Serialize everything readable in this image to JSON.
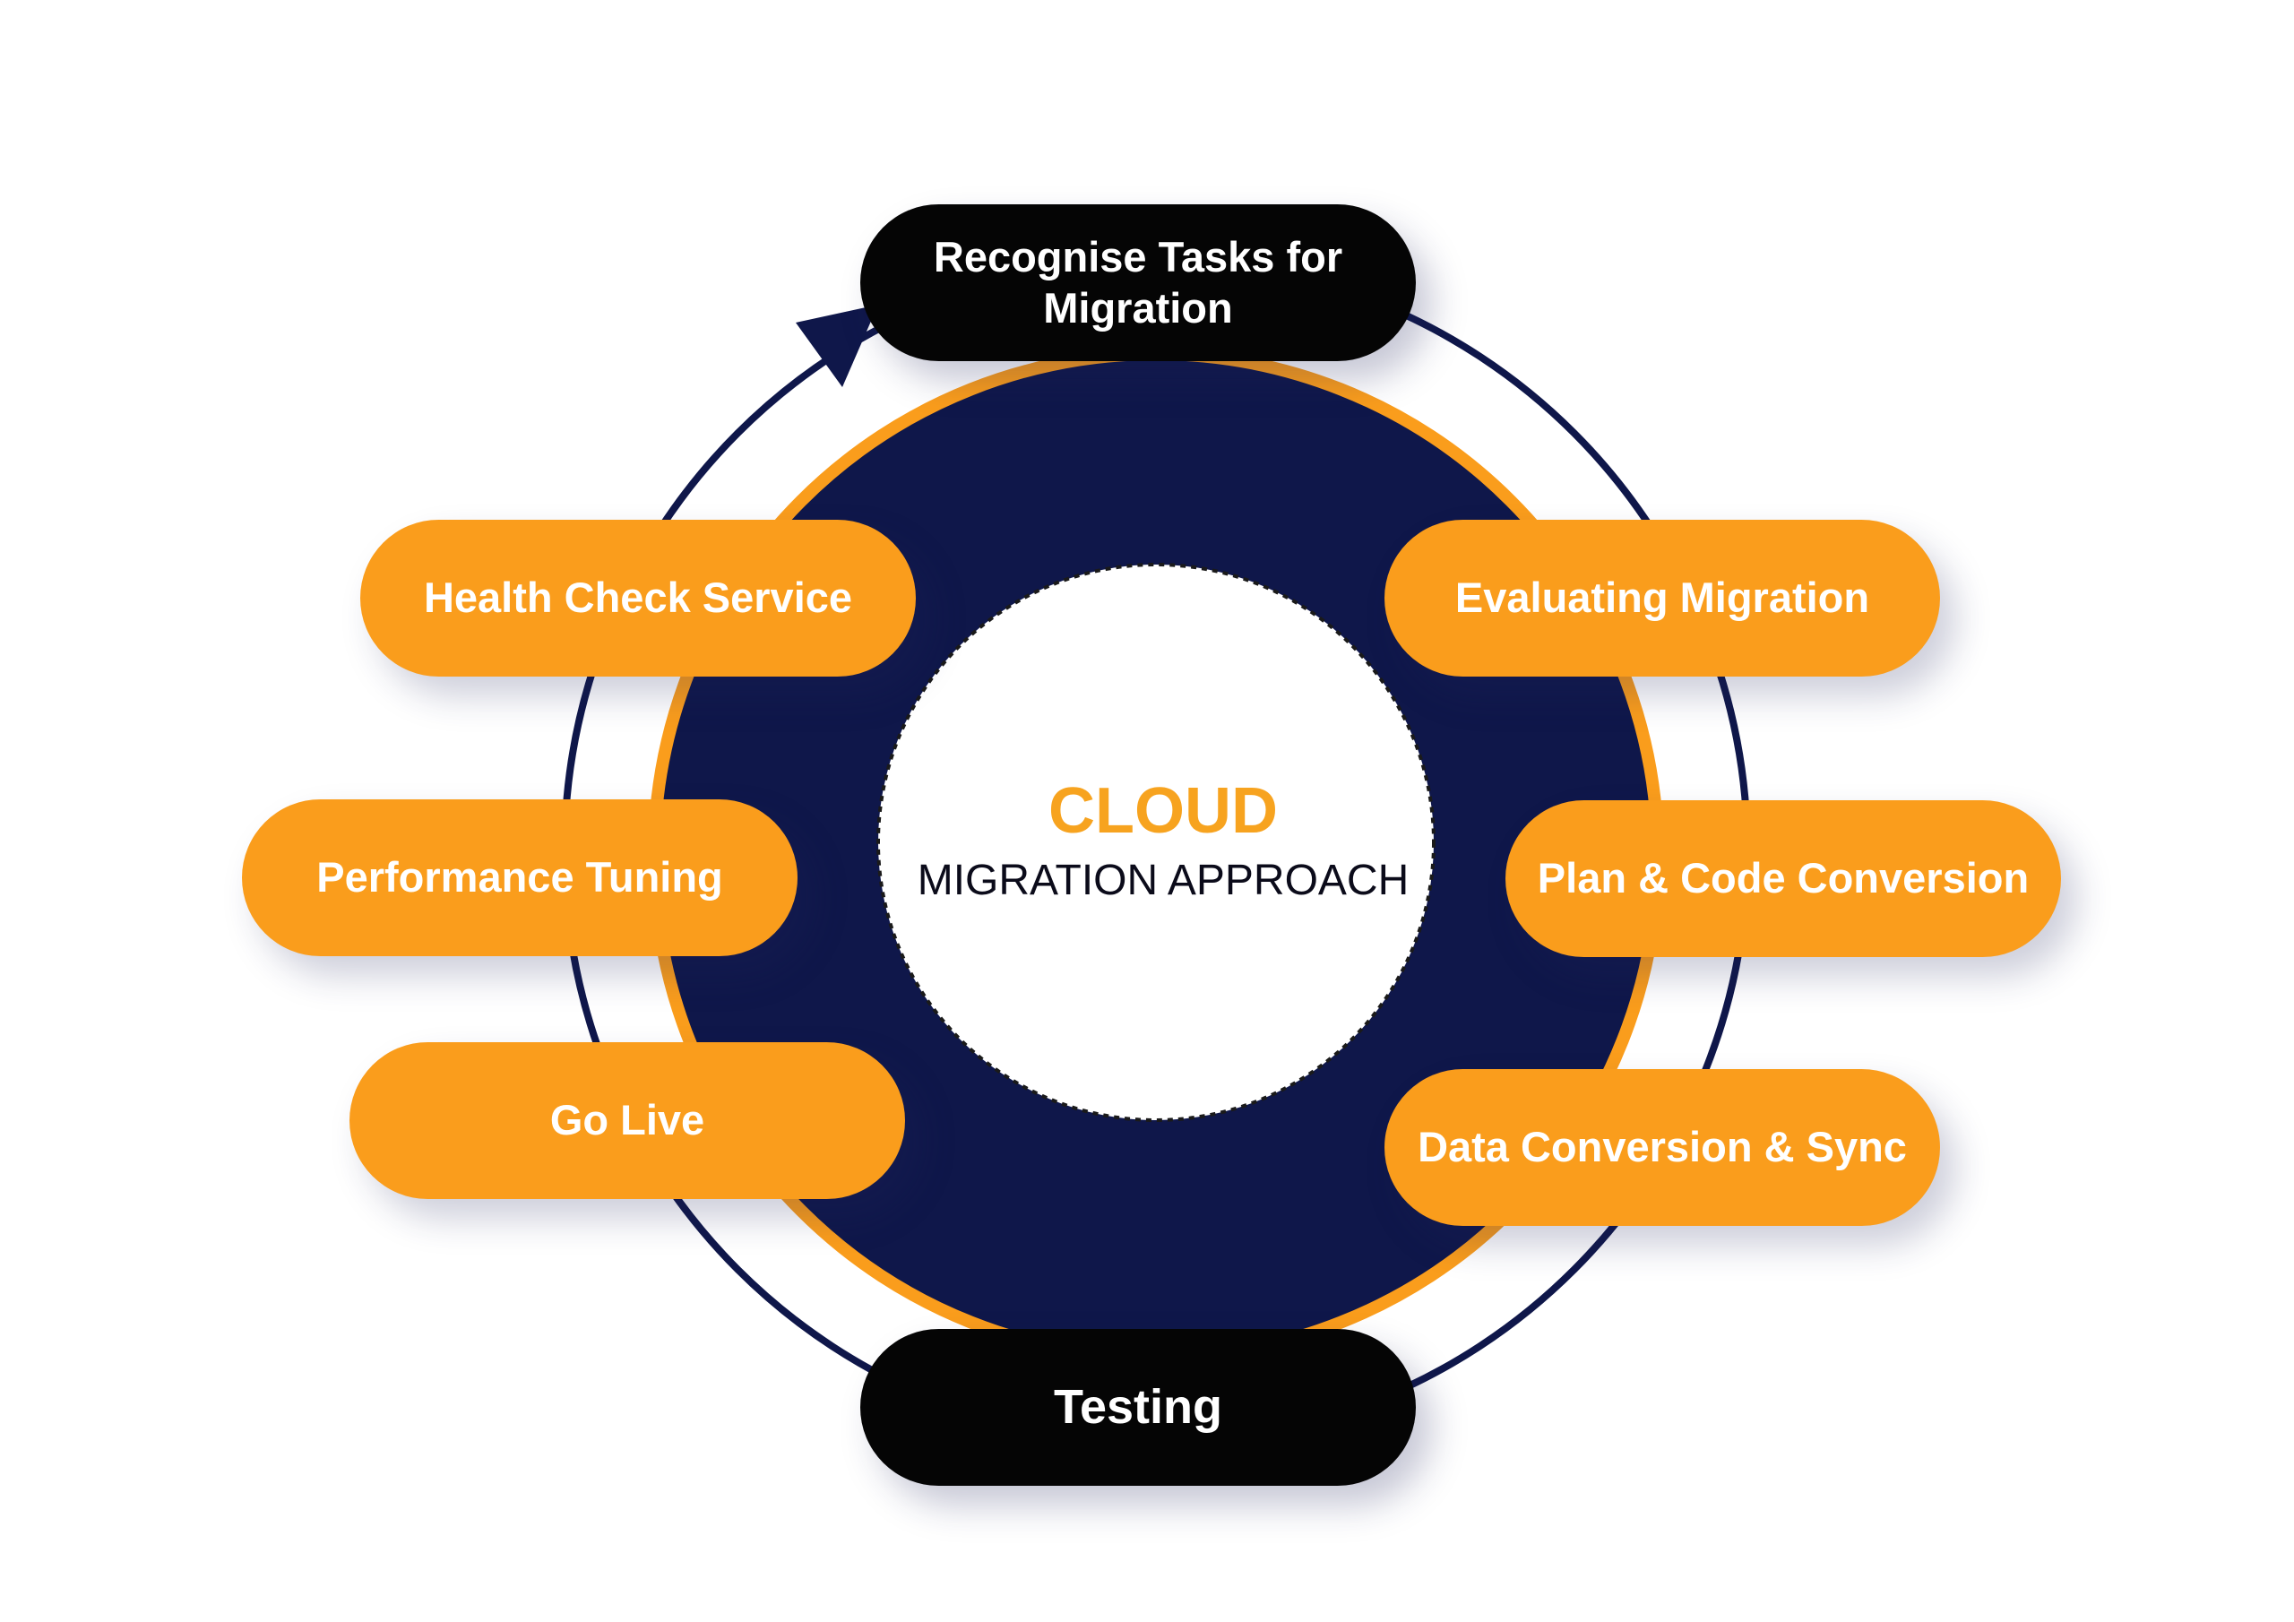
{
  "colors": {
    "orange": "#fa9d1c",
    "navy": "#0f174a",
    "ring_stroke": "#0f174a",
    "black": "#050505",
    "white": "#ffffff"
  },
  "center": {
    "title": "CLOUD",
    "subtitle": "MIGRATION APPROACH"
  },
  "steps": [
    {
      "label": "Recognise Tasks for Migration",
      "style": "black"
    },
    {
      "label": "Evaluating Migration",
      "style": "orange"
    },
    {
      "label": "Plan & Code Conversion",
      "style": "orange"
    },
    {
      "label": "Data Conversion & Sync",
      "style": "orange"
    },
    {
      "label": "Testing",
      "style": "black"
    },
    {
      "label": "Go Live",
      "style": "orange"
    },
    {
      "label": "Performance Tuning",
      "style": "orange"
    },
    {
      "label": "Health Check Service",
      "style": "orange"
    }
  ],
  "icons": {
    "cycle_arrow": "arrowhead-icon"
  }
}
